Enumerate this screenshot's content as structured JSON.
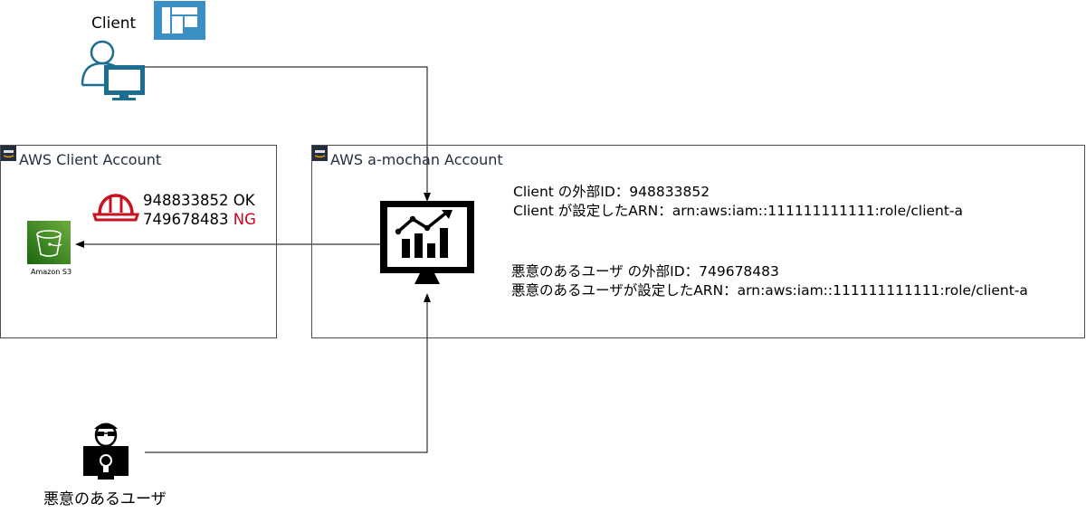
{
  "client": {
    "label": "Client",
    "app_icon": "dashboard-layout-icon",
    "icon": "user-computer-icon"
  },
  "client_account": {
    "title": "AWS Client Account",
    "badge_icon": "aws-logo-icon",
    "helmet_icon": "hard-hat-icon",
    "ids": [
      {
        "id": "948833852",
        "status": "OK"
      },
      {
        "id": "749678483",
        "status": "NG"
      }
    ],
    "s3": {
      "icon": "amazon-s3-icon",
      "label": "Amazon S3"
    }
  },
  "mochan_account": {
    "title": "AWS a-mochan Account",
    "badge_icon": "aws-logo-icon",
    "monitor_icon": "analytics-monitor-icon",
    "client_info": {
      "external_id": "Client の外部ID：948833852",
      "arn": "Client が設定したARN：arn:aws:iam::111111111111:role/client-a"
    },
    "attacker_info": {
      "external_id": "悪意のあるユーザ の外部ID：749678483",
      "arn": "悪意のあるユーザが設定したARN：arn:aws:iam::111111111111:role/client-a"
    }
  },
  "attacker": {
    "label": "悪意のあるユーザ",
    "icon": "hacker-icon"
  },
  "colors": {
    "ng": "#d0021b",
    "s3": "#3f8624",
    "client_icon": "#1b6e8f",
    "app_icon": "#3b8fc4",
    "helmet": "#c7131f",
    "aws_dark": "#232f3e"
  }
}
